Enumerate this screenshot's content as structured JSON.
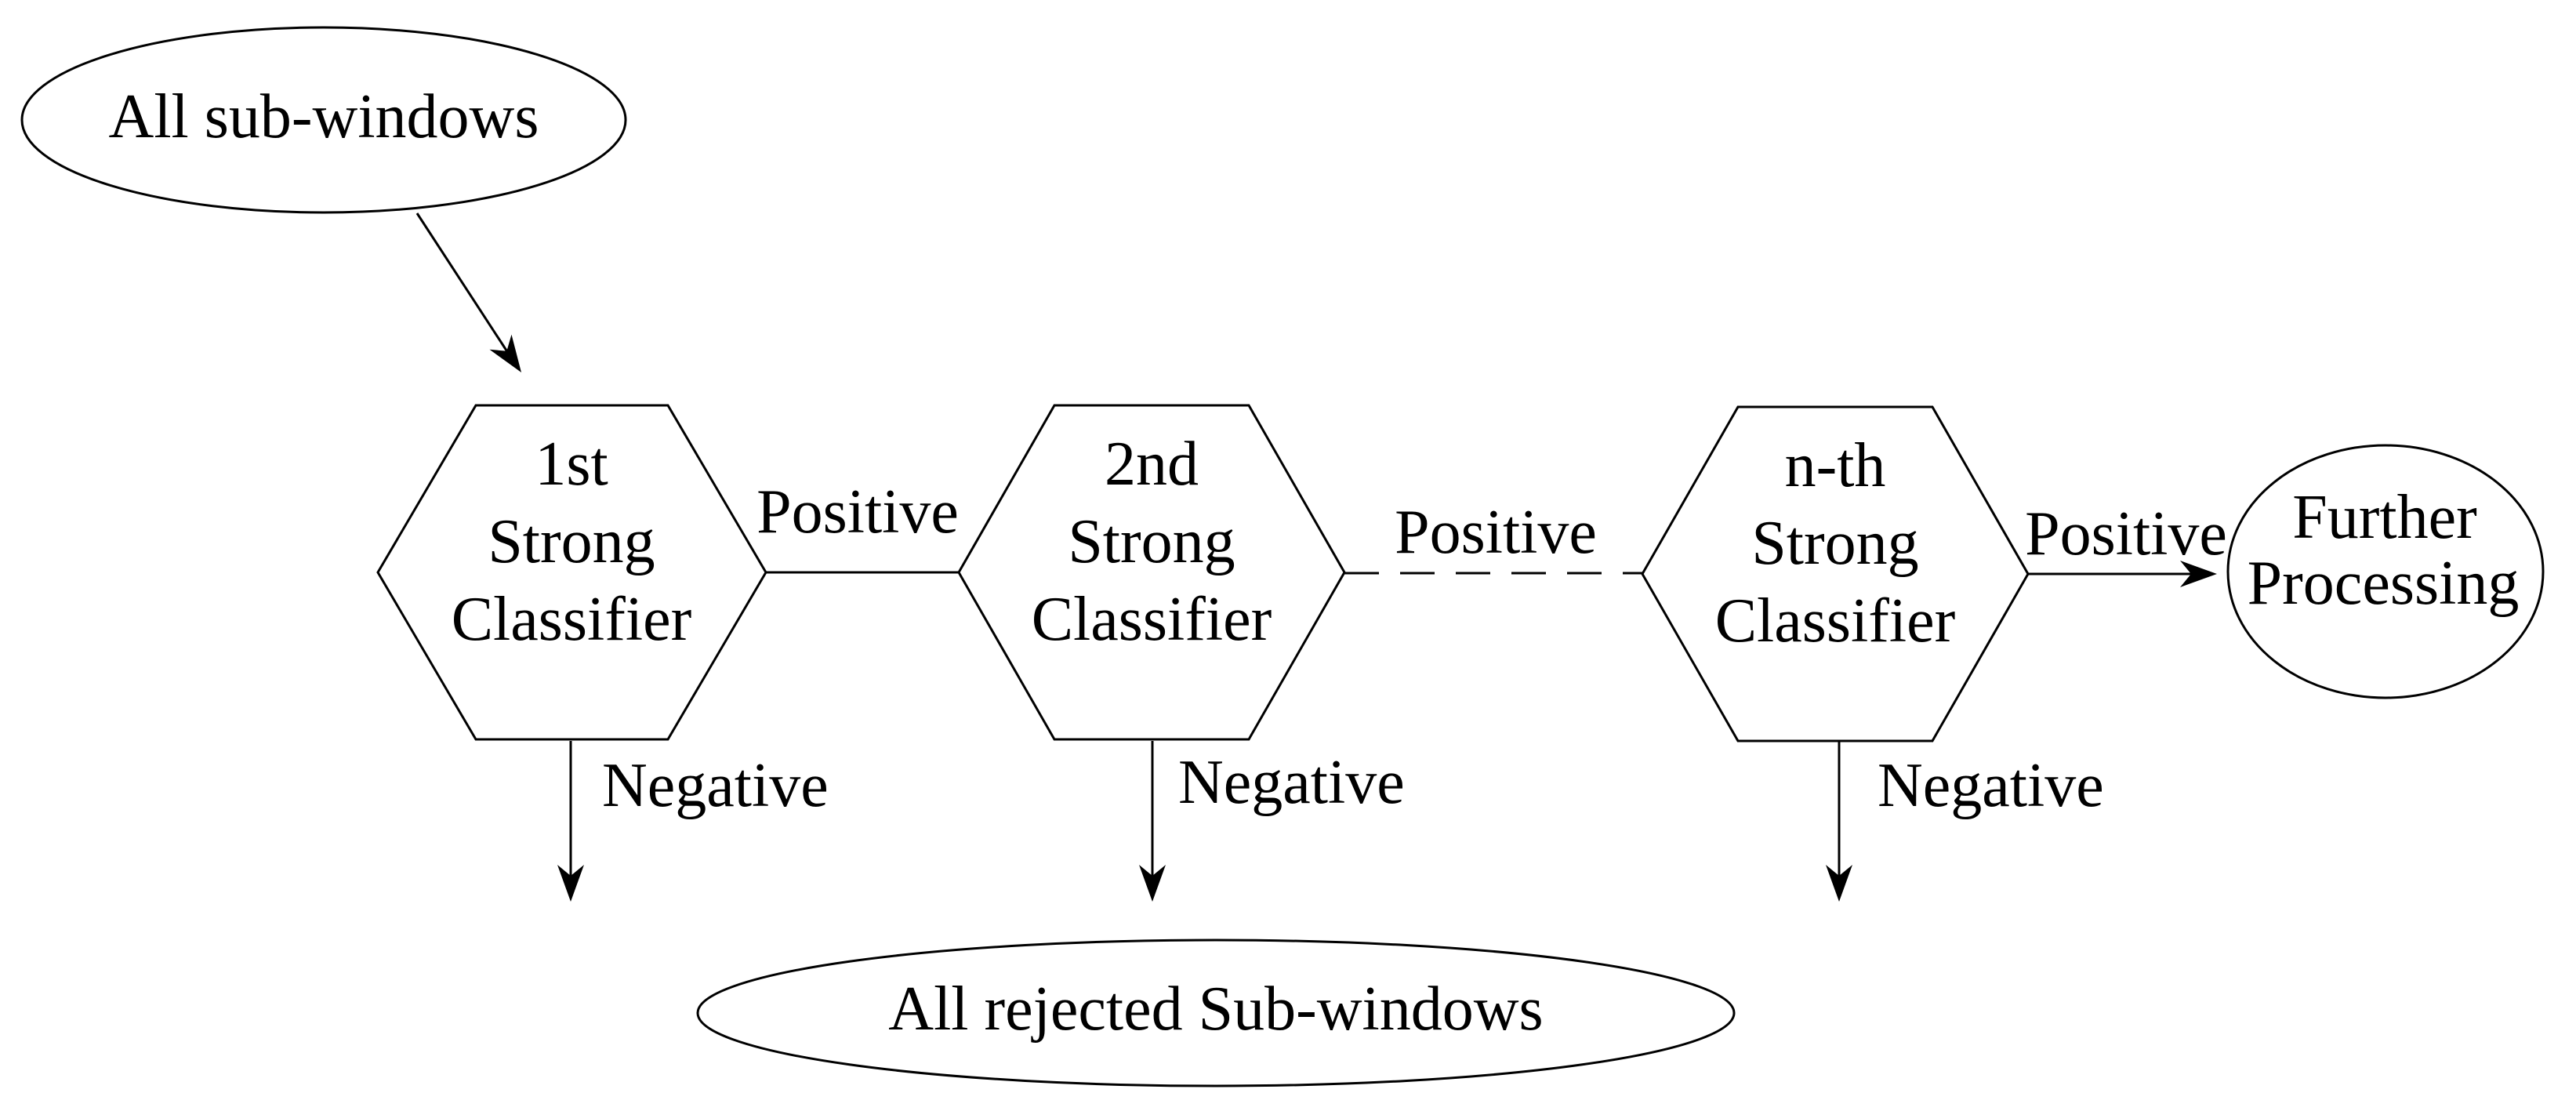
{
  "diagram": {
    "background": "#ffffff",
    "stroke_color": "#000000",
    "nodes": {
      "all_subwindows": {
        "label": "All sub-windows"
      },
      "classifier_1": {
        "line1": "1st",
        "line2": "Strong",
        "line3": "Classifier"
      },
      "classifier_2": {
        "line1": "2nd",
        "line2": "Strong",
        "line3": "Classifier"
      },
      "classifier_n": {
        "line1": "n-th",
        "line2": "Strong",
        "line3": "Classifier"
      },
      "further_processing": {
        "line1": "Further",
        "line2": "Processing"
      },
      "all_rejected": {
        "label": "All rejected Sub-windows"
      }
    },
    "edge_labels": {
      "positive_1": "Positive",
      "positive_2": "Positive",
      "positive_3": "Positive",
      "negative_1": "Negative",
      "negative_2": "Negative",
      "negative_3": "Negative"
    }
  }
}
